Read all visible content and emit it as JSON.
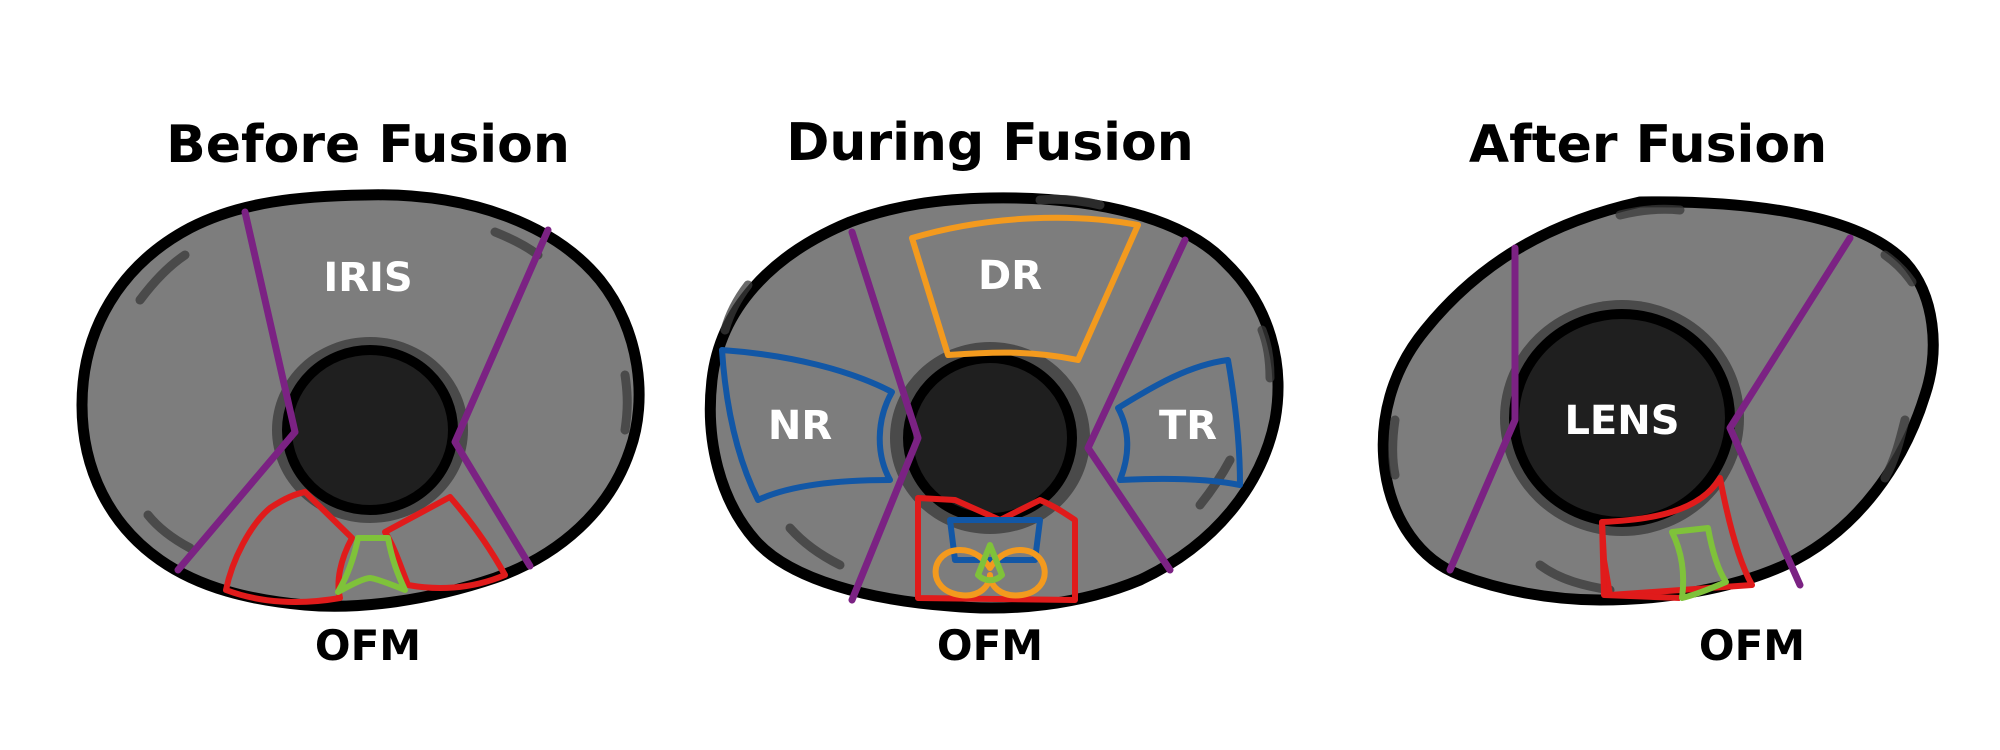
{
  "colors": {
    "background": "#ffffff",
    "eye_fill": "#7d7d7d",
    "outline": "#000000",
    "pupil": "#1f1f1f",
    "seam_line": "#7b2283",
    "red_region": "#e01b1b",
    "green_region": "#7fc23a",
    "blue_region": "#1257a6",
    "orange_region": "#f39a1e"
  },
  "panels": [
    {
      "title": "Before Fusion",
      "inner_label": "IRIS",
      "ofm_label": "OFM"
    },
    {
      "title": "During Fusion",
      "labels": {
        "dr": "DR",
        "nr": "NR",
        "tr": "TR"
      },
      "ofm_label": "OFM"
    },
    {
      "title": "After Fusion",
      "inner_label": "LENS",
      "ofm_label": "OFM"
    }
  ]
}
